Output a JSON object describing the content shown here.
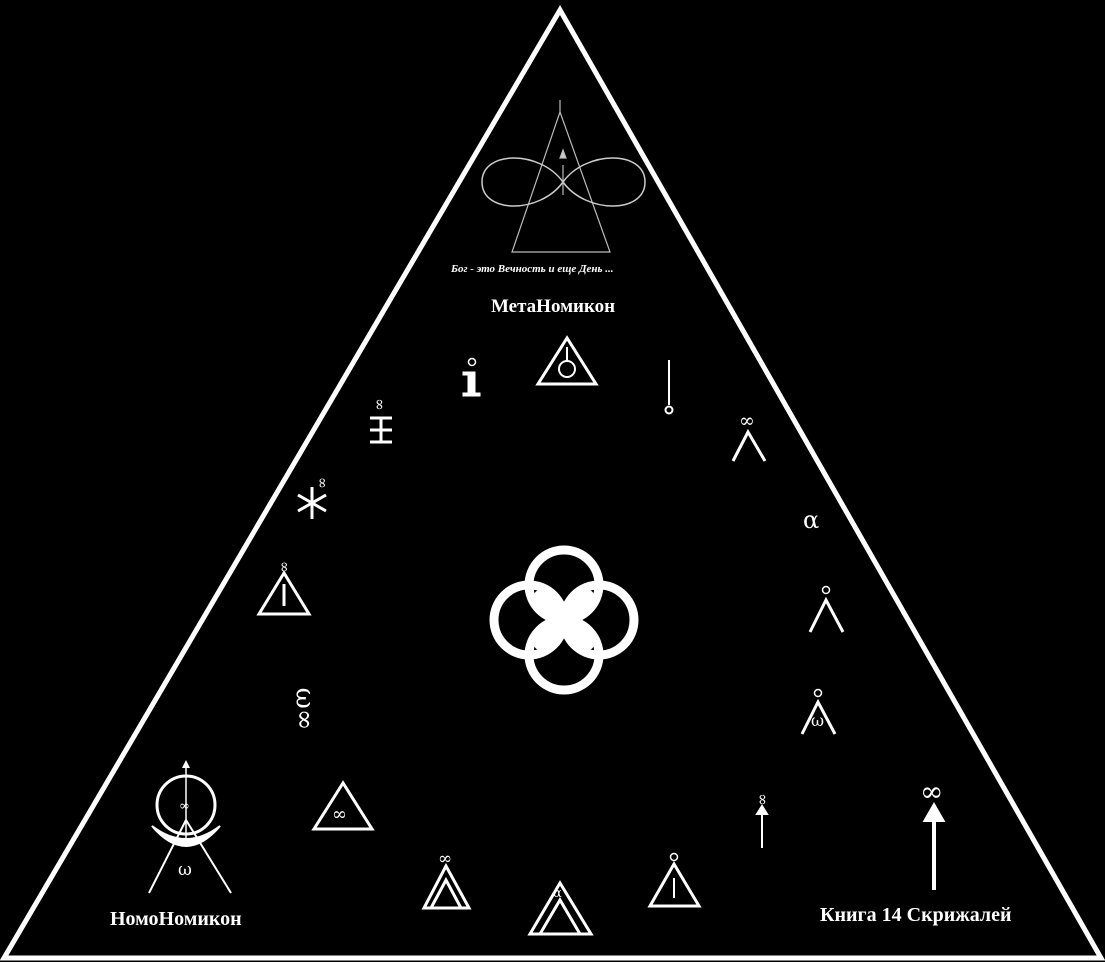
{
  "motto": "Бог - это Вечность и еще День ...",
  "labels": {
    "top": "МетаНомикон",
    "bottom_left": "НомоНомикон",
    "bottom_right": "Книга 14 Скрижалей"
  },
  "glyphs": {
    "infinity": "∞",
    "alpha": "α",
    "omega": "ω",
    "omega_infinity": "ω∞"
  },
  "colors": {
    "background": "#000000",
    "foreground": "#ffffff"
  }
}
